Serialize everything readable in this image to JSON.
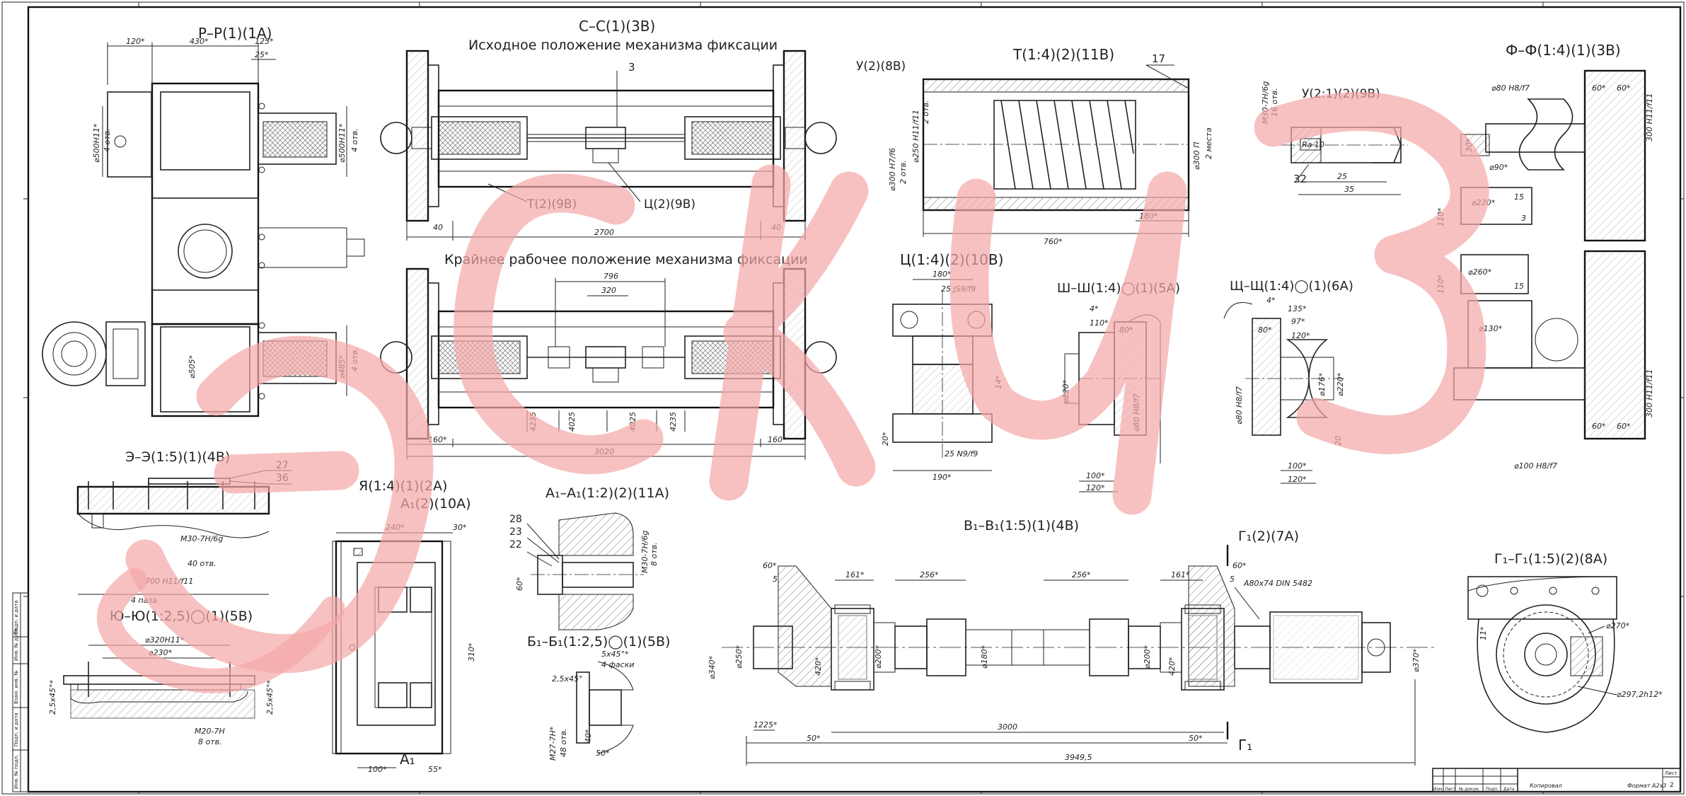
{
  "views": {
    "pp": "Р–Р(1)(1А)",
    "ss": "С–С(1)(3В)",
    "ss_sub": "Исходное положение механизма фиксации",
    "work_sub": "Крайнее рабочее положение механизма фиксации",
    "u8": "У(2)(8В)",
    "t14": "Т(1:4)(2)(11В)",
    "u21": "У(2:1)(2)(9В)",
    "ff": "Ф–Ф(1:4)(1)(3В)",
    "c14": "Ц(1:4)(2)(10В)",
    "shsh": "Ш–Ш(1:4)◯(1)(5А)",
    "shch": "Щ–Щ(1:4)◯(1)(6А)",
    "ee": "Э–Э(1:5)(1)(4В)",
    "ya": "Я(1:4)(1)(2А)",
    "a1v": "А₁(2)(10А)",
    "a1a1": "А₁–А₁(1:2)(2)(11А)",
    "b1b1": "Б₁–Б₁(1:2,5)◯(1)(5В)",
    "v1v1": "В₁–В₁(1:5)(1)(4В)",
    "g1": "Г₁(2)(7А)",
    "g1g1": "Г₁–Г₁(1:5)(2)(8А)",
    "yuyu": "Ю–Ю(1:2,5)◯(1)(5В)"
  },
  "callouts": {
    "t29": "Т(2)(9В)",
    "c29": "Ц(2)(9В)",
    "n3": "3",
    "n17": "17",
    "n27": "27",
    "n36": "36",
    "n28": "28",
    "n23": "23",
    "n22": "22",
    "n32": "32",
    "a1": "А₁",
    "g1": "Г₁"
  },
  "dims": {
    "d120": "120*",
    "d430": "430*",
    "d125": "125*",
    "d25": "25*",
    "d500h11": "⌀500H11*",
    "d4otv": "4 отв.",
    "d505": "⌀505*",
    "d485": "⌀485*",
    "d40a": "40",
    "d2700": "2700",
    "d40b": "40",
    "d796": "796",
    "d320": "320",
    "d4235": "4235",
    "d4025": "4025",
    "d160a": "160*",
    "d3020": "3020",
    "d160b": "160*",
    "d300h7": "⌀300 H7/f6",
    "d2otv": "2 отв.",
    "d250h11": "⌀250 H11/f11",
    "d300f7": "⌀300 П",
    "d2mesta": "2 места",
    "d180a": "180*",
    "d760": "760*",
    "dm30": "М30-7Н/6g",
    "d16otv": "16 отв.",
    "dra10": "Ra 10",
    "d25b": "25",
    "d35": "35",
    "d80h8": "⌀80 H8/f7",
    "d30s": "30*",
    "d90": "⌀90*",
    "d220s": "⌀220*",
    "d15": "15",
    "d3": "3",
    "d110a": "110*",
    "d260": "⌀260*",
    "d110b": "110*",
    "d130": "⌀130*",
    "d300h11": "300 H11/f11",
    "d60a": "60*",
    "d60b": "60*",
    "d100h8": "⌀100 H8/f7",
    "d180b": "180*",
    "d25js9": "25 JS9/f9",
    "d14": "14*",
    "d20a": "20*",
    "d25n9": "25 N9/f9",
    "d190": "190*",
    "d4a": "4*",
    "d110c": "110*",
    "d80a": "80*",
    "d220a": "⌀220*",
    "d80h8b": "⌀80 H8/f7",
    "d100a": "100*",
    "d120a": "120*",
    "d4b": "4*",
    "d135": "135*",
    "d80b": "80*",
    "d97": "97*",
    "d120b": "120*",
    "d176": "⌀176*",
    "d220b": "⌀220*",
    "d80h8c": "⌀80 H8/f7",
    "d20b": "20",
    "d100b": "100*",
    "d120c": "120*",
    "dm30b": "М30-7Н/6g",
    "d40otv": "40 отв.",
    "d700h11": "700 H11/f11",
    "d4paza": "4 паза",
    "d240": "240*",
    "d30b": "30*",
    "d310": "310*",
    "d100c": "100*",
    "d55": "55*",
    "d60c": "60*",
    "dm30c": "М30-7Н/6g",
    "d8otv": "8 отв.",
    "d545a": "5х45°*",
    "d4faski": "4 фаски",
    "d545b": "2,5х45°",
    "dm27": "М27-7Н*",
    "d48otv": "48 отв.",
    "d40c": "40*",
    "d50a": "50*",
    "d320h11": "⌀320H11*",
    "d230": "⌀230*",
    "d2545a": "2,5х45°*",
    "d2545b": "2,5х45°*",
    "dm20": "М20-7Н",
    "d8otvb": "8 отв.",
    "d60d": "60*",
    "d5a": "5",
    "d161a": "161*",
    "d256a": "256*",
    "d256b": "256*",
    "d161b": "161*",
    "d60e": "60*",
    "d5b": "5",
    "dshaft": "А80х74 DIN 5482",
    "d340": "⌀340*",
    "d250": "⌀250*",
    "d420a": "420*",
    "d200a": "⌀200*",
    "d180c": "⌀180*",
    "d200b": "⌀200*",
    "d420b": "420*",
    "d370": "⌀370*",
    "d1225": "1225*",
    "d50b": "50*",
    "d3000": "3000",
    "d50c": "50*",
    "d39495": "3949,5",
    "d11": "11*",
    "d270": "⌀270*",
    "d297": "⌀297,2h12*"
  },
  "titleblock": {
    "kopir": "Копировал",
    "format": "Формат А2х3",
    "list": "Лист",
    "n2": "2",
    "h1": "Изм.",
    "h2": "Лист",
    "h3": "№ докум.",
    "h4": "Подп.",
    "h5": "Дата"
  },
  "margin_labels": [
    "Инв. № подл.",
    "Подп. и дата",
    "Взам. инв. №",
    "Инв. № дубл.",
    "Подп. и дата"
  ],
  "watermark": "ЭСКИЗ"
}
